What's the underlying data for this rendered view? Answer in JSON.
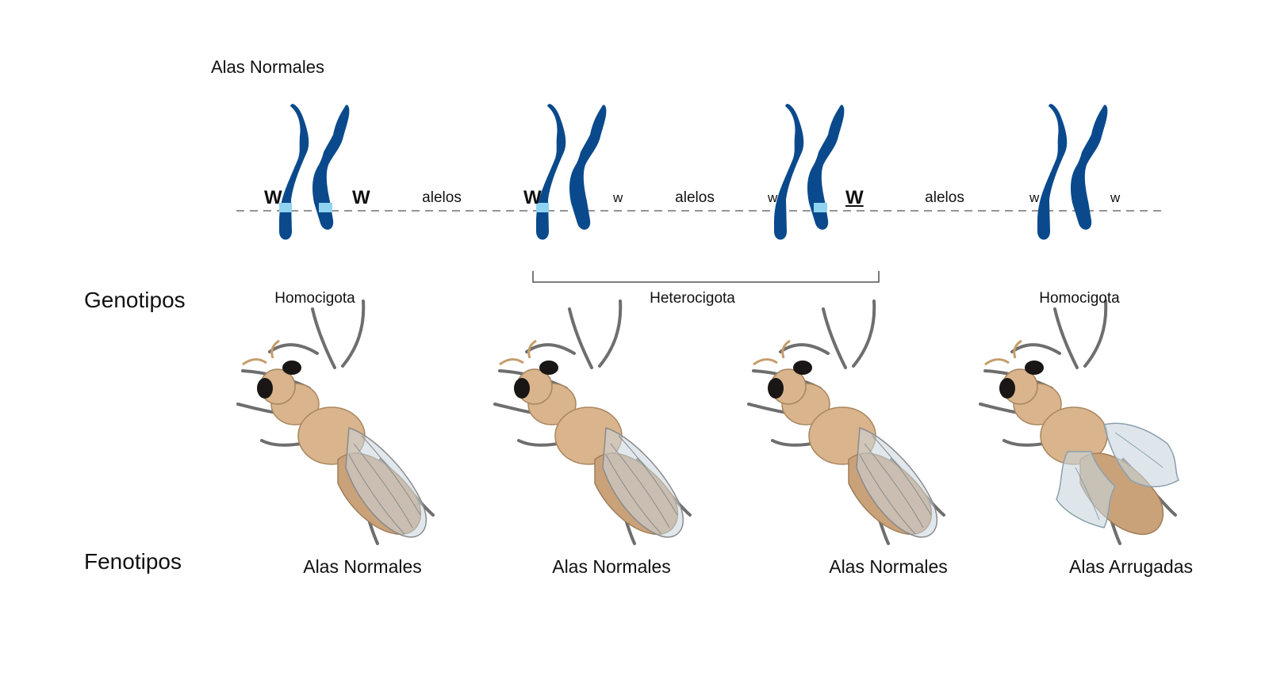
{
  "top_title": "Alas Normales",
  "row_labels": {
    "genotypes": "Genotipos",
    "phenotypes": "Fenotipos"
  },
  "colors": {
    "chromosome": "#0a4a8c",
    "allele_band": "#8fd3f0",
    "fly_body": "#d9b48c",
    "fly_eye": "#1a1616",
    "fly_leg": "#6e6e6e",
    "wing": "#c8d6de",
    "dashed_line": "#555555"
  },
  "connector_label": "alelos",
  "pairs": [
    {
      "left_allele": "W",
      "right_allele": "W",
      "zygosity": "Homocigota",
      "phenotype": "Alas Normales",
      "wing_type": "normal"
    },
    {
      "left_allele": "W",
      "right_allele": "w",
      "zygosity": "",
      "phenotype": "Alas Normales",
      "wing_type": "normal"
    },
    {
      "left_allele": "w",
      "right_allele": "W",
      "zygosity": "",
      "phenotype": "Alas Normales",
      "wing_type": "normal"
    },
    {
      "left_allele": "w",
      "right_allele": "w",
      "zygosity": "Homocigota",
      "phenotype": "Alas Arrugadas",
      "wing_type": "wrinkled"
    }
  ],
  "hetero_label": "Heterocigota"
}
